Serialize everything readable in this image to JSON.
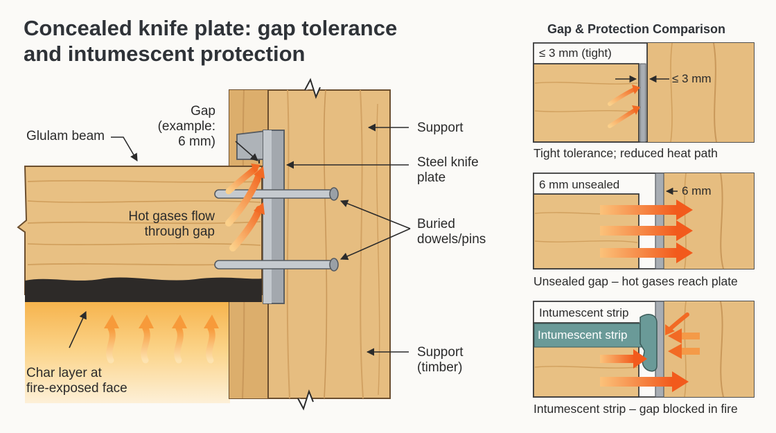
{
  "title": {
    "line1": "Concealed knife plate: gap tolerance",
    "line2": "and intumescent protection"
  },
  "main_diagram": {
    "labels": {
      "glulam_beam": "Glulam beam",
      "gap_line1": "Gap",
      "gap_line2": "(example:",
      "gap_line3": "6 mm)",
      "support_top": "Support",
      "knife_plate_line1": "Steel knife",
      "knife_plate_line2": "plate",
      "hot_gases_line1": "Hot gases flow",
      "hot_gases_line2": "through gap",
      "dowels_line1": "Buried",
      "dowels_line2": "dowels/pins",
      "char_line1": "Char layer at",
      "char_line2": "fire-exposed face",
      "support_bottom_line1": "Support",
      "support_bottom_line2": "(timber)"
    }
  },
  "comparison": {
    "title": "Gap & Protection Comparison",
    "panels": [
      {
        "tag": "≤ 3 mm (tight)",
        "dimension": "≤ 3 mm",
        "caption": "Tight tolerance; reduced heat path"
      },
      {
        "tag": "6 mm unsealed",
        "dimension": "6 mm",
        "caption": "Unsealed gap – hot gases reach plate"
      },
      {
        "tag": "Intumescent strip",
        "strip_label": "Intumescent strip",
        "caption": "Intumescent strip – gap blocked in fire"
      }
    ]
  },
  "colors": {
    "wood": "#e9c286",
    "wood_dark": "#c99450",
    "steel": "#a8adb3",
    "char": "#2d2a28",
    "fire": "#f7a43a",
    "arrow_hot": "#f26a24",
    "intumescent": "#6a9a98"
  }
}
